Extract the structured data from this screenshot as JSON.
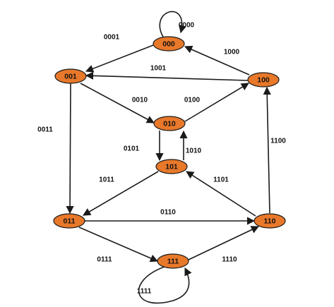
{
  "diagram": {
    "node_fill": "#E8782A",
    "nodes": [
      {
        "id": "000",
        "label": "000"
      },
      {
        "id": "001",
        "label": "001"
      },
      {
        "id": "100",
        "label": "100"
      },
      {
        "id": "010",
        "label": "010"
      },
      {
        "id": "101",
        "label": "101"
      },
      {
        "id": "011",
        "label": "011"
      },
      {
        "id": "110",
        "label": "110"
      },
      {
        "id": "111",
        "label": "111"
      }
    ],
    "edges": [
      {
        "from": "000",
        "to": "000",
        "label": "0000"
      },
      {
        "from": "000",
        "to": "001",
        "label": "0001"
      },
      {
        "from": "100",
        "to": "000",
        "label": "1000"
      },
      {
        "from": "100",
        "to": "001",
        "label": "1001"
      },
      {
        "from": "001",
        "to": "010",
        "label": "0010"
      },
      {
        "from": "010",
        "to": "100",
        "label": "0100"
      },
      {
        "from": "001",
        "to": "011",
        "label": "0011"
      },
      {
        "from": "010",
        "to": "101",
        "label": "0101"
      },
      {
        "from": "101",
        "to": "010",
        "label": "1010"
      },
      {
        "from": "110",
        "to": "100",
        "label": "1100"
      },
      {
        "from": "101",
        "to": "011",
        "label": "1011"
      },
      {
        "from": "110",
        "to": "101",
        "label": "1101"
      },
      {
        "from": "011",
        "to": "110",
        "label": "0110"
      },
      {
        "from": "011",
        "to": "111",
        "label": "0111"
      },
      {
        "from": "111",
        "to": "110",
        "label": "1110"
      },
      {
        "from": "111",
        "to": "111",
        "label": "1111"
      }
    ]
  }
}
